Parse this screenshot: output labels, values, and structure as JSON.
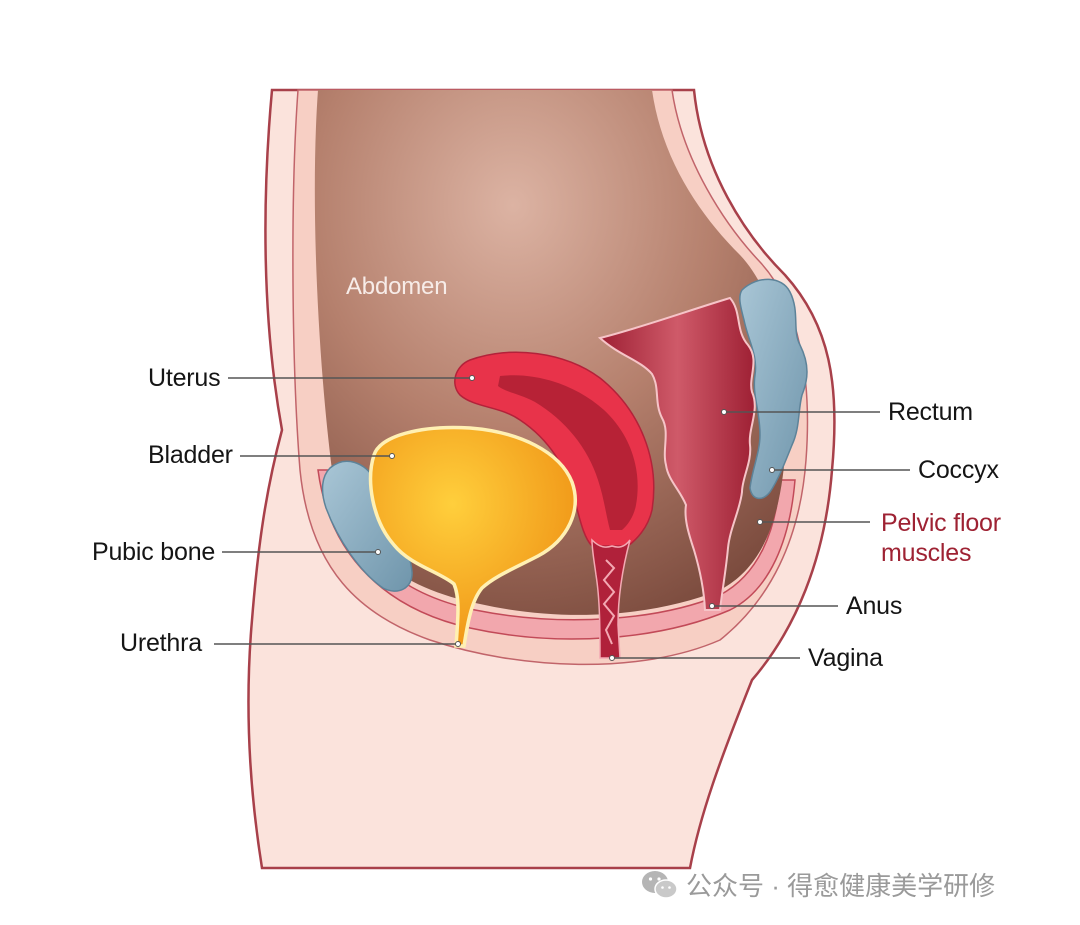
{
  "labels": {
    "abdomen": "Abdomen",
    "uterus": "Uterus",
    "bladder": "Bladder",
    "pubic_bone": "Pubic bone",
    "urethra": "Urethra",
    "rectum": "Rectum",
    "coccyx": "Coccyx",
    "pelvic_floor_line1": "Pelvic floor",
    "pelvic_floor_line2": "muscles",
    "anus": "Anus",
    "vagina": "Vagina"
  },
  "watermark": {
    "icon": "wechat-icon",
    "text": "公众号 · 得愈健康美学研修"
  },
  "colors": {
    "skin": "#fbe3dc",
    "abdomen_cavity": "#a86a57",
    "bladder": "#f7ac1b",
    "uterus": "#e8334a",
    "rectum": "#b52a3f",
    "bone": "#8fb1c5",
    "muscle": "#f3b4b7",
    "highlight_label": "#9e2233"
  }
}
